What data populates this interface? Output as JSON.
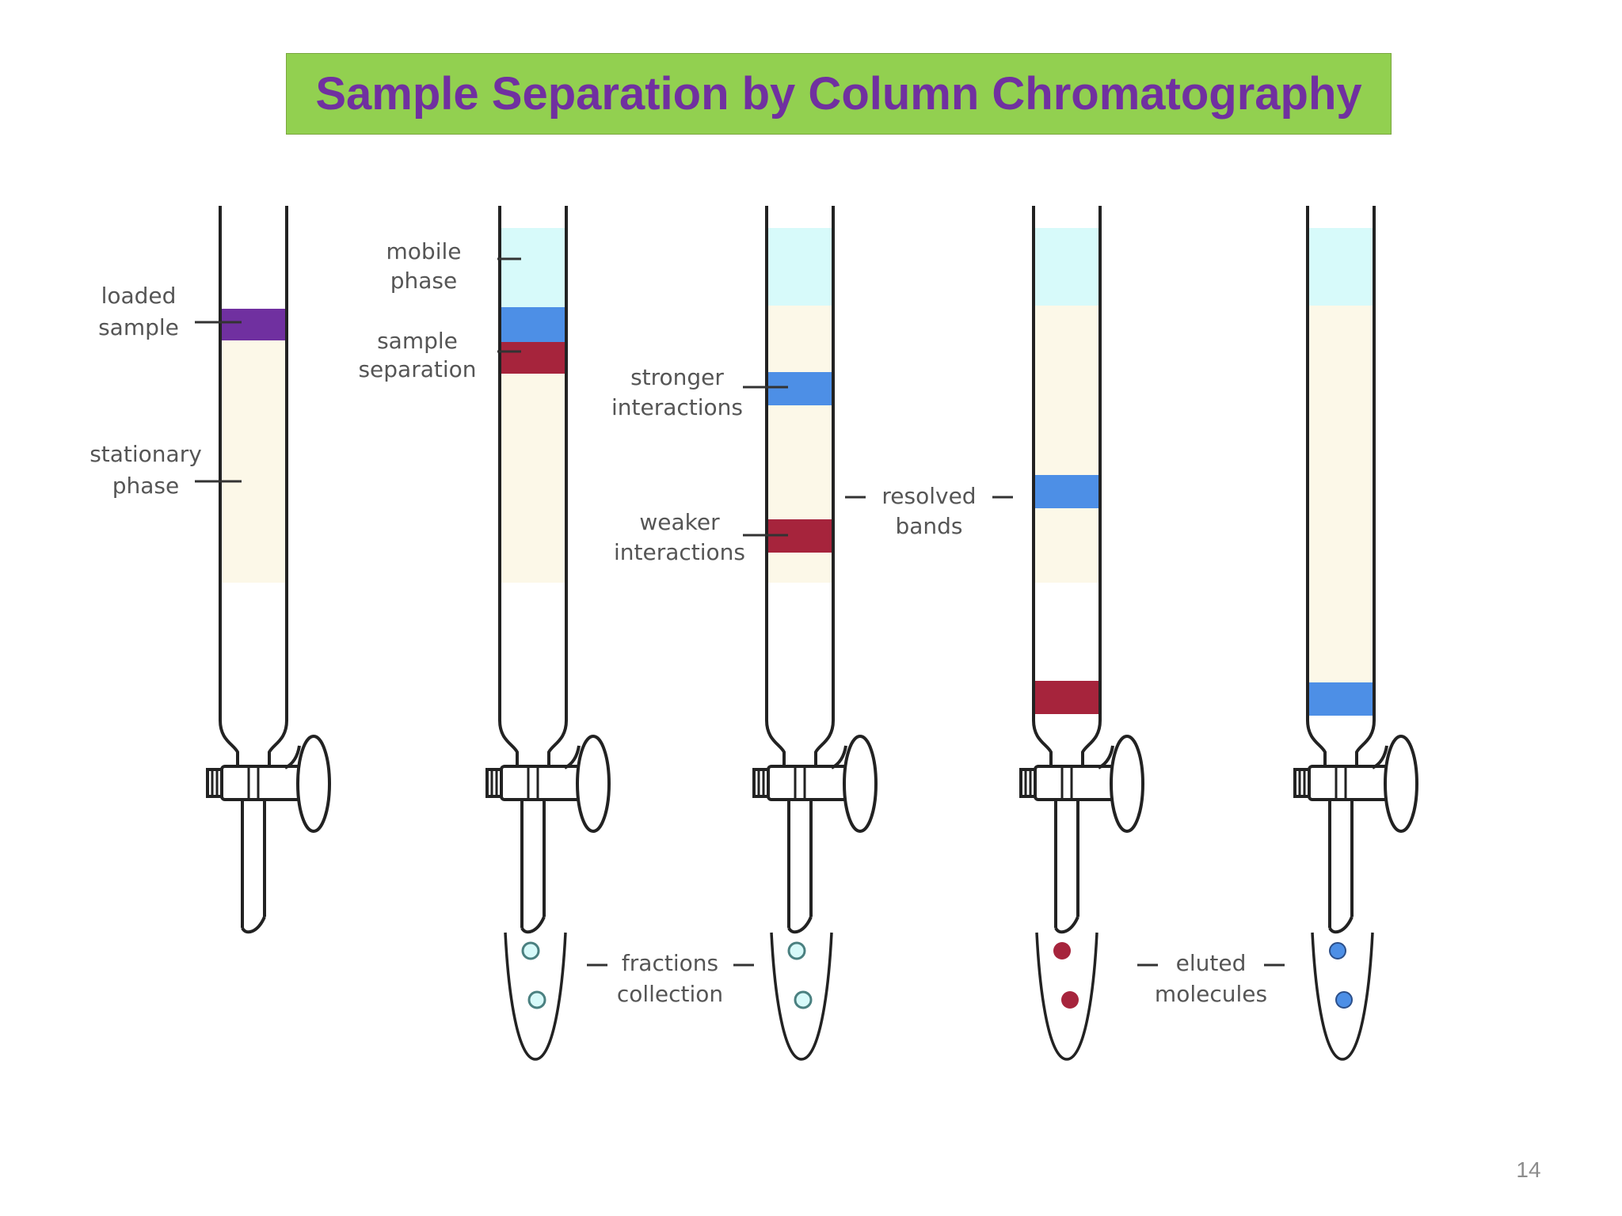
{
  "title": "Sample Separation by Column Chromatography",
  "page_number": "14",
  "colors": {
    "stationary_phase": "#fcf8e8",
    "mobile_phase": "#d7fafa",
    "loaded_sample": "#7030a0",
    "band_blue": "#4d8fe6",
    "band_red": "#a6243c",
    "title_bg": "#92d050",
    "title_text": "#7030a0"
  },
  "labels": {
    "loaded_sample": [
      "loaded",
      "sample"
    ],
    "stationary_phase": [
      "stationary",
      "phase"
    ],
    "mobile_phase": [
      "mobile",
      "phase"
    ],
    "sample_separation": [
      "sample",
      "separation"
    ],
    "stronger_interactions": [
      "stronger",
      "interactions"
    ],
    "weaker_interactions": [
      "weaker",
      "interactions"
    ],
    "resolved_bands": [
      "resolved",
      "bands"
    ],
    "fractions_collection": [
      "fractions",
      "collection"
    ],
    "eluted_molecules": [
      "eluted",
      "molecules"
    ]
  }
}
